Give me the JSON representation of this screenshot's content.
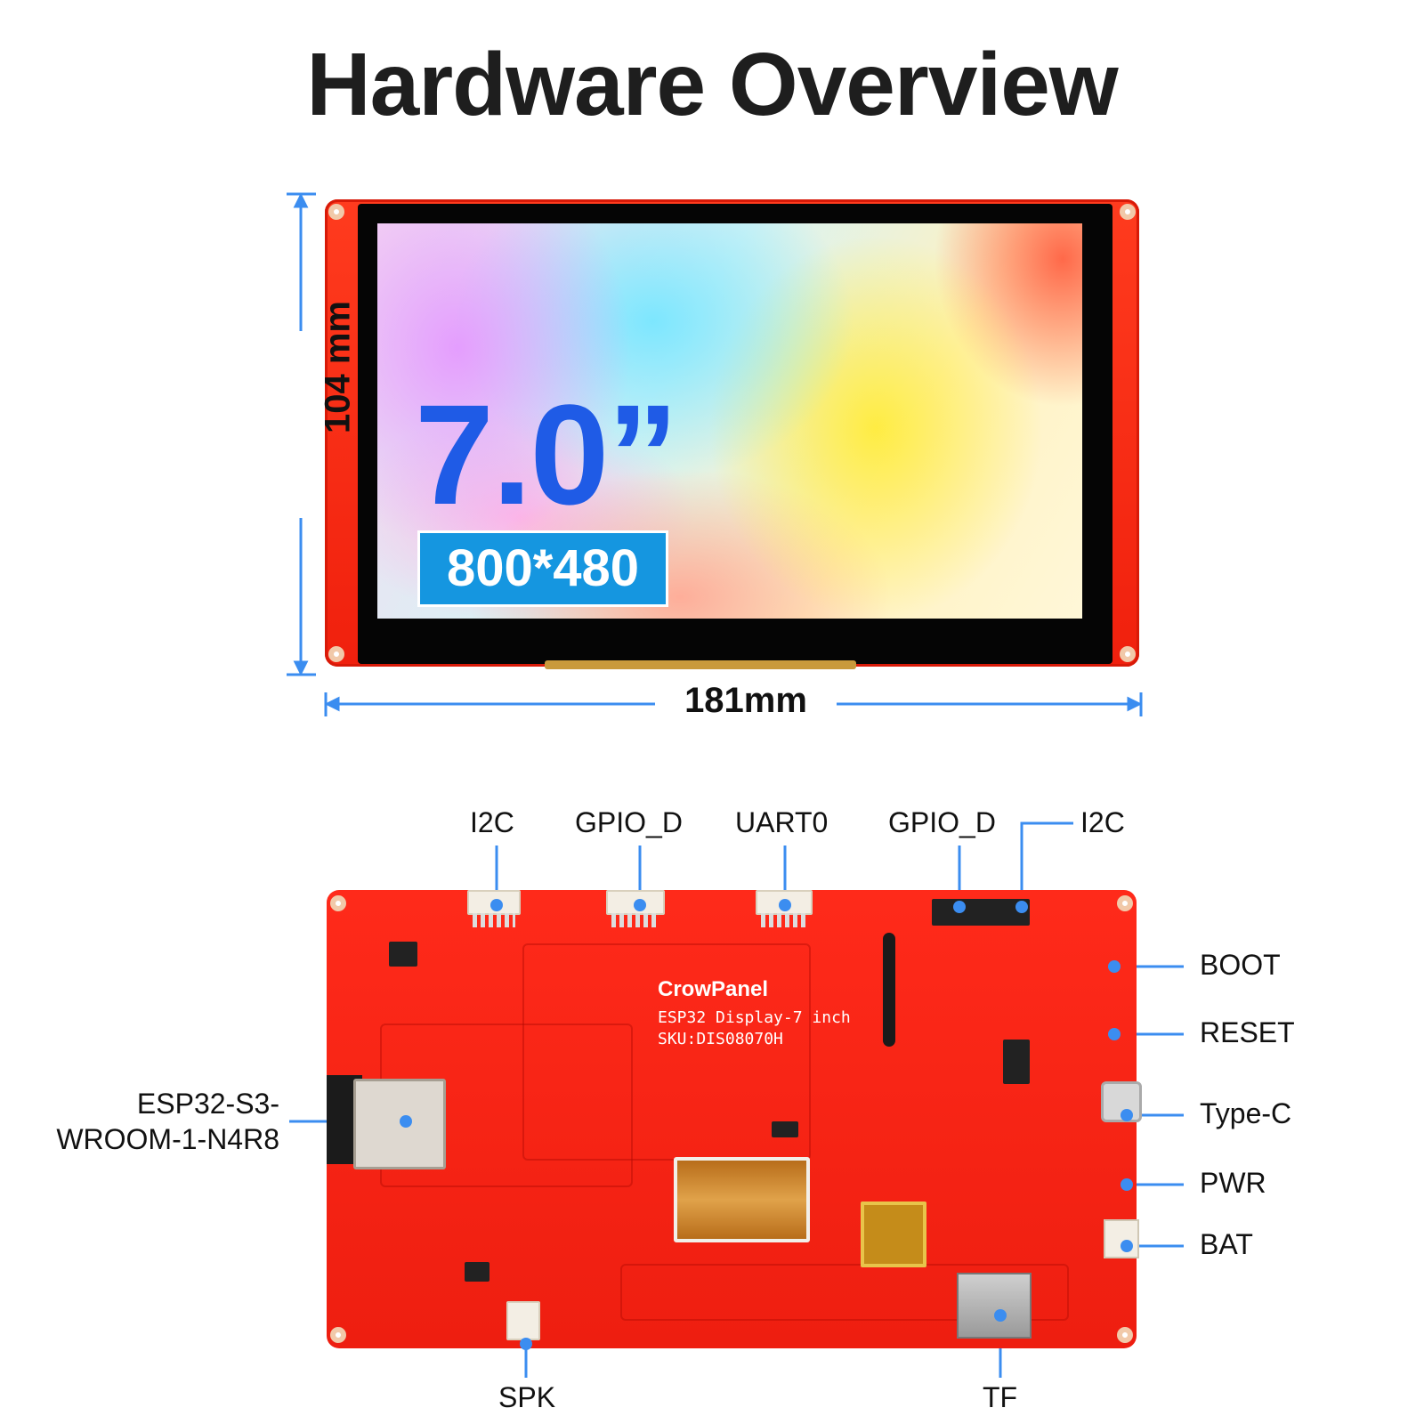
{
  "title": "Hardware Overview",
  "front": {
    "size_text": "7.0”",
    "resolution_text": "800*480",
    "height_dim": "104 mm",
    "width_dim": "181mm"
  },
  "back": {
    "logo": "CrowPanel",
    "board_text_1": "ESP32 Display-7 inch",
    "board_text_2": "SKU:DIS08070H",
    "labels": {
      "i2c_left": "I2C",
      "gpio_d_left": "GPIO_D",
      "uart0": "UART0",
      "gpio_d_right": "GPIO_D",
      "i2c_right": "I2C",
      "boot": "BOOT",
      "reset": "RESET",
      "type_c": "Type-C",
      "pwr": "PWR",
      "bat": "BAT",
      "esp_line1": "ESP32-S3-",
      "esp_line2": "WROOM-1-N4R8",
      "spk": "SPK",
      "tf": "TF"
    }
  },
  "colors": {
    "board_red": "#f0200d",
    "accent_blue": "#1f5be6",
    "badge_blue": "#1596e0",
    "line_blue": "#3b8df0"
  }
}
